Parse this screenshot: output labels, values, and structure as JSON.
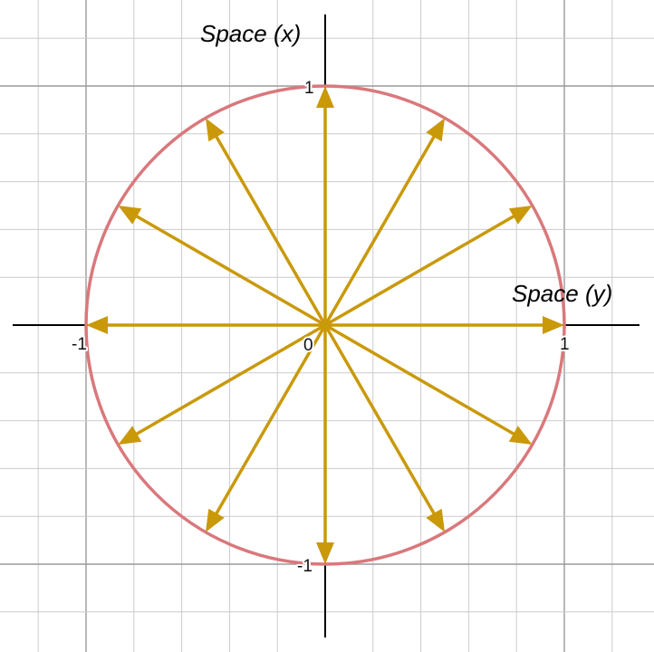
{
  "diagram": {
    "x_axis_title": "Space (y)",
    "y_axis_title": "Space (x)",
    "tick_labels": {
      "origin": "0",
      "x_pos": "1",
      "x_neg": "-1",
      "y_pos": "1",
      "y_neg": "-1"
    },
    "unit_circle": {
      "radius": 1,
      "color": "#d9787c"
    },
    "arrow_color": "#c9990a",
    "axis_color": "#000000",
    "grid_color": "#cccccc",
    "grid_major_color": "#9a9a9a",
    "grid_spacing": 0.2,
    "view_range": {
      "x": [
        -1.3,
        1.3
      ],
      "y": [
        -1.3,
        1.3
      ]
    },
    "vectors_deg": [
      0,
      30,
      60,
      90,
      120,
      150,
      180,
      210,
      240,
      270,
      300,
      330
    ]
  }
}
